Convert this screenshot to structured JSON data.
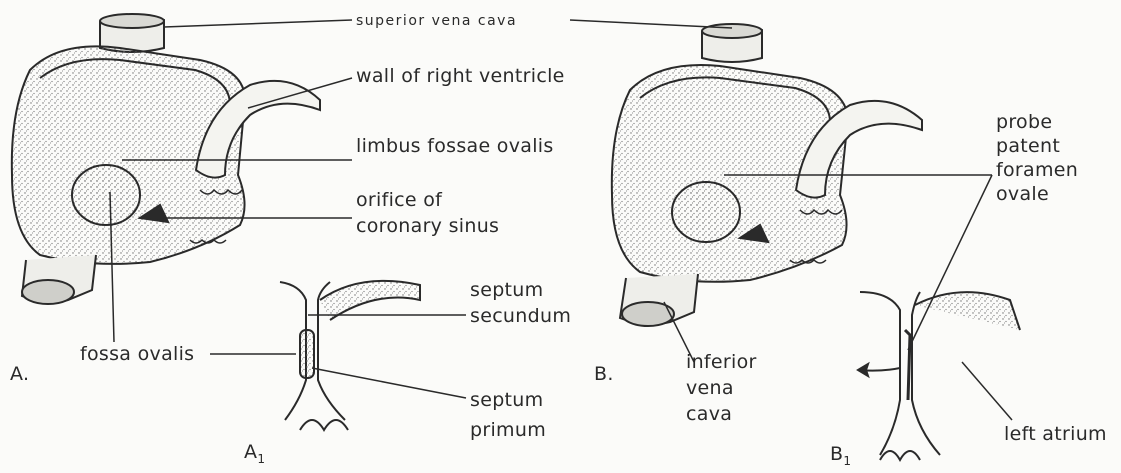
{
  "labels": {
    "superior_vena_cava": "superior vena cava",
    "wall_of_right_ventricle": "wall of right ventricle",
    "limbus_fossae_ovalis": "limbus fossae ovalis",
    "orifice_of_coronary_sinus": [
      "orifice of",
      "coronary sinus"
    ],
    "fossa_ovalis": "fossa ovalis",
    "septum_secundum": [
      "septum",
      "secundum"
    ],
    "septum_primum": [
      "septum",
      "primum"
    ],
    "probe_patent_foramen_ovale": [
      "probe",
      "patent",
      "foramen",
      "ovale"
    ],
    "inferior_vena_cava": [
      "inferior",
      "vena",
      "cava"
    ],
    "left_atrium": "left atrium"
  },
  "panels": {
    "a": "A.",
    "a1": "A",
    "a1_sub": "1",
    "b": "B.",
    "b1": "B",
    "b1_sub": "1"
  },
  "colors": {
    "ink": "#2a2a2a",
    "stipple": "#6f6f6f",
    "paper": "#fbfbf9"
  }
}
